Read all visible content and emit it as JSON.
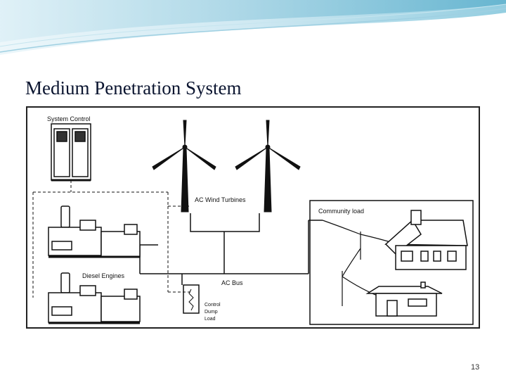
{
  "slide": {
    "title": "Medium Penetration System",
    "page_number": "13"
  },
  "diagram": {
    "labels": {
      "system_control": "System Control",
      "wind_turbines": "AC Wind Turbines",
      "community_load": "Community load",
      "diesel_engines": "Diesel Engines",
      "ac_bus": "AC Bus",
      "dump_load_line1": "Control",
      "dump_load_line2": "Dump",
      "dump_load_line3": "Load"
    }
  },
  "colors": {
    "swoosh_light": "#cfe9f3",
    "swoosh_dark": "#5fb3cf",
    "title_text": "#0b1530",
    "line": "#111111"
  }
}
